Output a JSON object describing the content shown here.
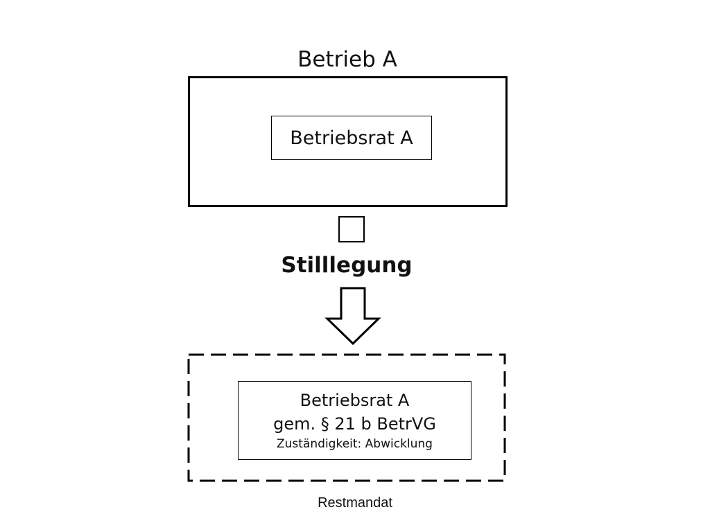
{
  "diagram": {
    "title": "Betrieb A",
    "top_box_label": "Betriebsrat A",
    "transition_label": "Stilllegung",
    "result_box": {
      "line1": "Betriebsrat A",
      "line2": "gem. § 21 b BetrVG",
      "line3": "Zuständigkeit: Abwicklung"
    },
    "result_caption": "Restmandat"
  }
}
